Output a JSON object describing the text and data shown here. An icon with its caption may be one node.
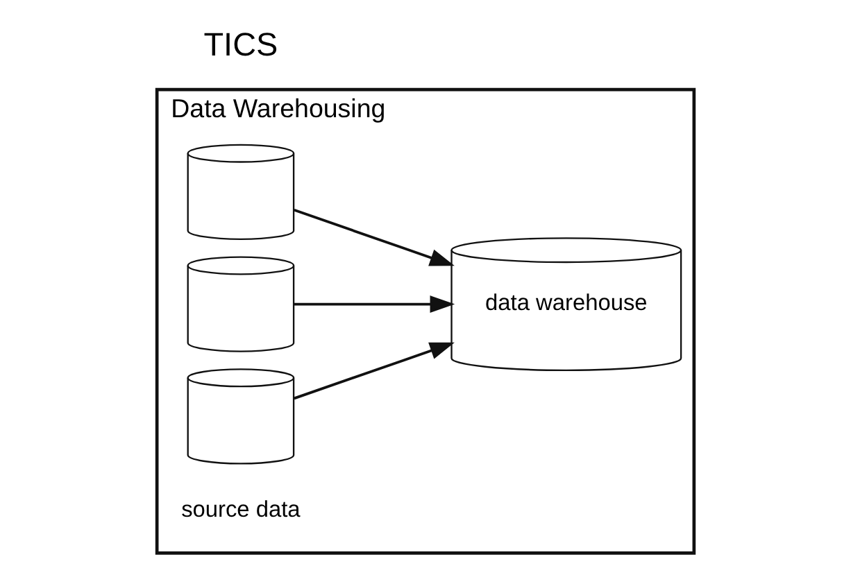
{
  "diagram": {
    "nodes": [
      {
        "text": [
          "Data Warehousing"
        ]
      },
      {
        "text": [],
        "shape": "cylinder",
        "in": 0
      },
      {
        "text": [],
        "shape": "cylinder",
        "in": 0
      },
      {
        "text": [],
        "shape": "cylinder",
        "in": 0
      },
      {
        "text": [
          "data warehouse"
        ],
        "in": 0
      }
    ],
    "edges": [
      {
        "from": 1,
        "to": 4,
        "arrow": "to"
      },
      {
        "from": 2,
        "to": 4,
        "arrow": "to"
      },
      {
        "from": 3,
        "to": 4,
        "arrow": "to"
      }
    ],
    "labels": [
      "source data",
      "TICS"
    ]
  }
}
